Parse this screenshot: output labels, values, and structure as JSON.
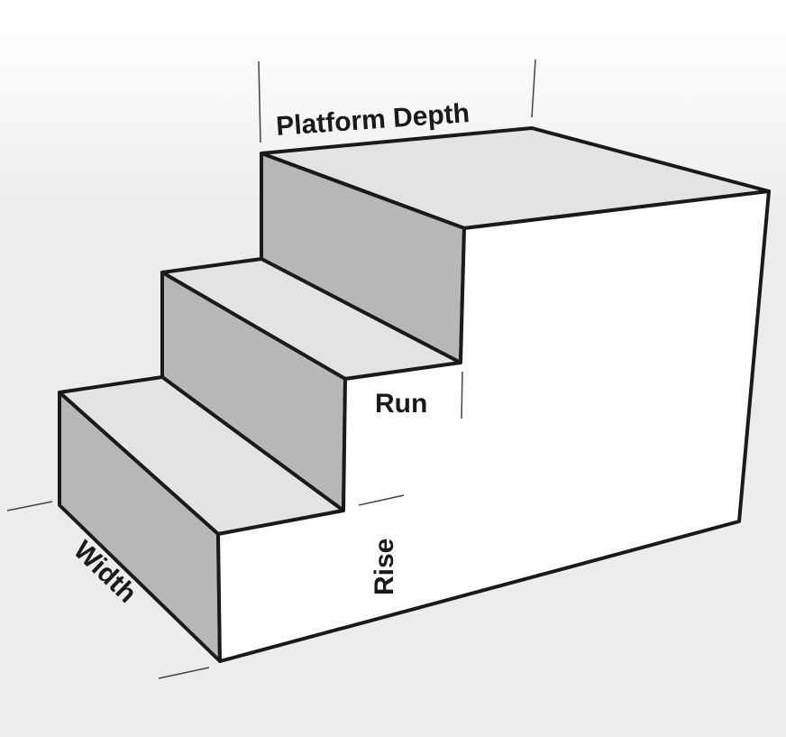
{
  "labels": {
    "platform_depth": "Platform Depth",
    "run": "Run",
    "rise": "Rise",
    "width": "Width"
  },
  "colors": {
    "background_top": "#ffffff",
    "background_bottom": "#ececec",
    "tread": "#e2e3e5",
    "riser": "#b7b7b8",
    "side": "#ffffff",
    "outline": "#1a1a1a"
  }
}
